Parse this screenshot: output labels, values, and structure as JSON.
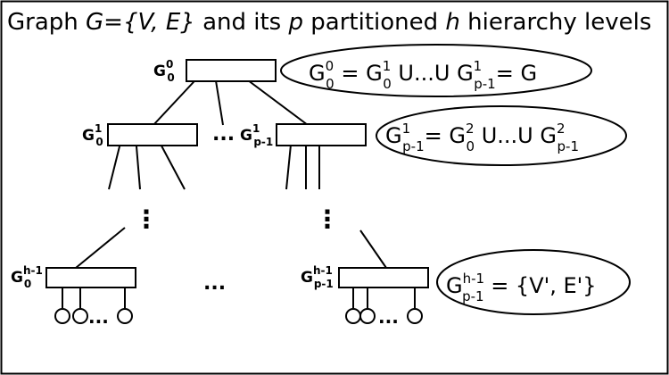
{
  "title": {
    "pre": "Graph ",
    "g_eq": "G={V, E}",
    "mid1": " and its ",
    "p": "p",
    "mid2": " partitioned ",
    "h": "h",
    "post": " hierarchy levels"
  },
  "nodes": {
    "root": {
      "base": "G",
      "sup": "0",
      "sub": "0"
    },
    "level1_first": {
      "base": "G",
      "sup": "1",
      "sub": "0"
    },
    "level1_last": {
      "base": "G",
      "sup": "1",
      "sub": "p-1"
    },
    "leaf_first": {
      "base": "G",
      "sup": "h-1",
      "sub": "0"
    },
    "leaf_last": {
      "base": "G",
      "sup": "h-1",
      "sub": "p-1"
    }
  },
  "ellipsis": {
    "horizontal": "...",
    "vertical": "⋮",
    "leaf_nodes": "..."
  },
  "equations": {
    "eq1": {
      "g1": "G",
      "g1_sup": "0",
      "g1_sub": "0",
      "eq_sign": " = ",
      "g2": "G",
      "g2_sup": "1",
      "g2_sub": "0",
      "union": " U...U ",
      "g3": "G",
      "g3_sup": "1",
      "g3_sub": "p-1",
      "tail": "= G"
    },
    "eq2": {
      "g1": "G",
      "g1_sup": "1",
      "g1_sub": "p-1",
      "eq_sign": "= ",
      "g2": "G",
      "g2_sup": "2",
      "g2_sub": "0",
      "union": " U...U ",
      "g3": "G",
      "g3_sup": "2",
      "g3_sub": "p-1"
    },
    "eq3": {
      "g1": "G",
      "g1_sup": "h-1",
      "g1_sub": "p-1",
      "tail": " = {V', E'}"
    }
  }
}
